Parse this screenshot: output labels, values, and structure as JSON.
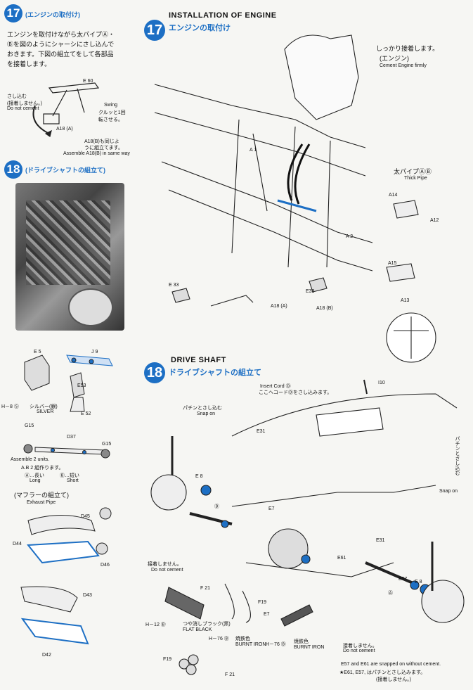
{
  "left": {
    "step17": {
      "number": "17",
      "title": "(エンジンの取付け)",
      "instruction": [
        "エンジンを取付けながら太パイプⒶ・",
        "Ⓑを図のようにシャーシにさし込んで",
        "おきます。下図の組立てをして各部品",
        "を接着します。"
      ],
      "part_e60": "E 60",
      "part_a18": "A18 (A)",
      "label_sashikomu": "さし込む",
      "label_do_not_cement_jp": "(接着しません。)",
      "label_do_not_cement": "Do not cement",
      "label_swing": "Swing",
      "label_swing_jp": [
        "クルッと1回",
        "転させる。"
      ],
      "label_assemble_jp": "A18(B)も同じよ",
      "label_assemble_jp2": "うに組立てます。",
      "label_assemble_en": "Assemble A18(B) in same way"
    },
    "step18": {
      "number": "18",
      "title": "(ドライブシャフトの組立て)",
      "parts": {
        "e5": "E 5",
        "j9": "J 9",
        "e53": "E53",
        "e52": "E 52",
        "g15a": "G15",
        "g15b": "G15",
        "d37": "D37"
      },
      "paint_code": "H－8 Ⓢ",
      "paint_jp": "シルバー(銀)",
      "paint_en": "SILVER",
      "assemble_en": "Assemble 2 units.",
      "assemble_jp": "A.B 2 組作ります。",
      "long_jp": "Ⓐ…長い",
      "long_en": "Long",
      "short_jp": "Ⓑ…短い",
      "short_en": "Short"
    },
    "muffler": {
      "title_jp": "(マフラーの組立て)",
      "title_en": "Exhaust Pipe",
      "parts": {
        "d45": "D45",
        "d44": "D44",
        "d46": "D46",
        "d43": "D43",
        "d42": "D42"
      }
    }
  },
  "right": {
    "step17": {
      "number": "17",
      "title_en": "INSTALLATION OF ENGINE",
      "title_jp": "エンジンの取付け",
      "cement_jp": "しっかり接着します。",
      "engine_jp": "(エンジン)",
      "cement_en": "Cement Engine firmly",
      "thick_pipe_jp": "太パイプⒶⒷ",
      "thick_pipe_en": "Thick Pipe",
      "parts": {
        "a1": "A 1",
        "a2": "A 2",
        "a14": "A14",
        "a12": "A12",
        "a15": "A15",
        "a13": "A13",
        "e33a": "E 33",
        "e33b": "E33",
        "a18a": "A18 (A)",
        "a18b": "A18 (B)"
      }
    },
    "step18": {
      "number": "18",
      "title_en": "DRIVE SHAFT",
      "title_jp": "ドライブシャフトの組立て",
      "insert_en": "Insert Cord Ⓓ",
      "insert_jp": "ここへコードⒹをさし込みます。",
      "snap_jp": "パチンとさし込む",
      "snap_en": "Snap on",
      "snap_jp2": "パチンとさし込む",
      "snap_en2": "Snap on",
      "part_i10": "I10",
      "parts": {
        "e31a": "E31",
        "e8a": "E 8",
        "e7a": "E7",
        "e31b": "E31",
        "e61": "E61",
        "e57": "E57",
        "e8b": "E 8",
        "f21": "F 21",
        "f19": "F19",
        "e7b": "E7",
        "f19b": "F19",
        "f21b": "F 21"
      },
      "cement_jp": "接着しません。",
      "cement_en": "Do not cement",
      "paint1_code": "H－12 Ⓑ",
      "paint1_jp": "つや消しブラック(黒)",
      "paint1_en": "FLAT BLACK",
      "paint2_code": "H－76 Ⓑ",
      "paint2_jp": "焼鉄色",
      "paint2_en": "BURNT IRON",
      "paint3_code": "H－76 Ⓑ",
      "paint3_jp": "焼鉄色",
      "paint3_en": "BURNT IRON",
      "cement2_jp": "接着しません。",
      "cement2_en": "Do not cement",
      "note_en": "E57 and E61 are snapped on without cement.",
      "note_jp1": "★E61, E57, はパチンとさし込みます。",
      "note_jp2": "(接着しません。)",
      "mark_a": "Ⓐ",
      "mark_b": "Ⓑ"
    }
  },
  "colors": {
    "accent": "#1d6fc4"
  }
}
